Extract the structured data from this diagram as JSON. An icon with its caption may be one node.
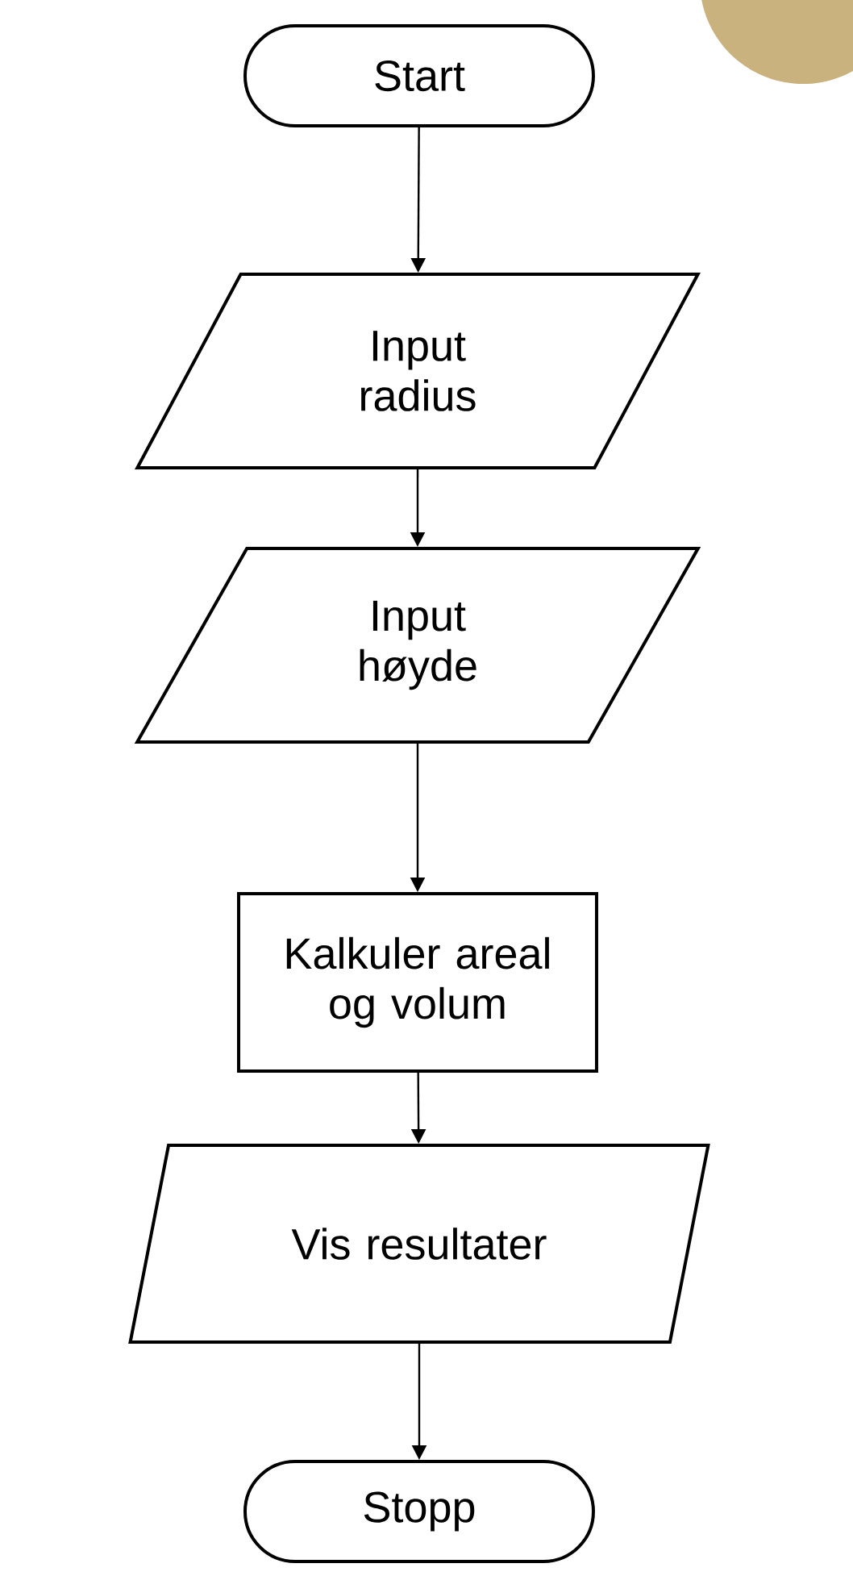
{
  "diagram": {
    "nodes": [
      {
        "text": [
          "Start"
        ]
      },
      {
        "text": [
          "Input radius"
        ]
      },
      {
        "text": [
          "Input høyde"
        ]
      },
      {
        "text": [
          "Kalkuler areal og volum"
        ]
      },
      {
        "text": [
          "Vis resultater"
        ]
      },
      {
        "text": [
          "Stopp"
        ]
      }
    ],
    "edges": [
      {
        "from": 0,
        "to": 1,
        "arrow": "to"
      },
      {
        "from": 1,
        "to": 2,
        "arrow": "to"
      },
      {
        "from": 2,
        "to": 3,
        "arrow": "to"
      },
      {
        "from": 3,
        "to": 4,
        "arrow": "to"
      },
      {
        "from": 4,
        "to": 5,
        "arrow": "to"
      }
    ]
  }
}
